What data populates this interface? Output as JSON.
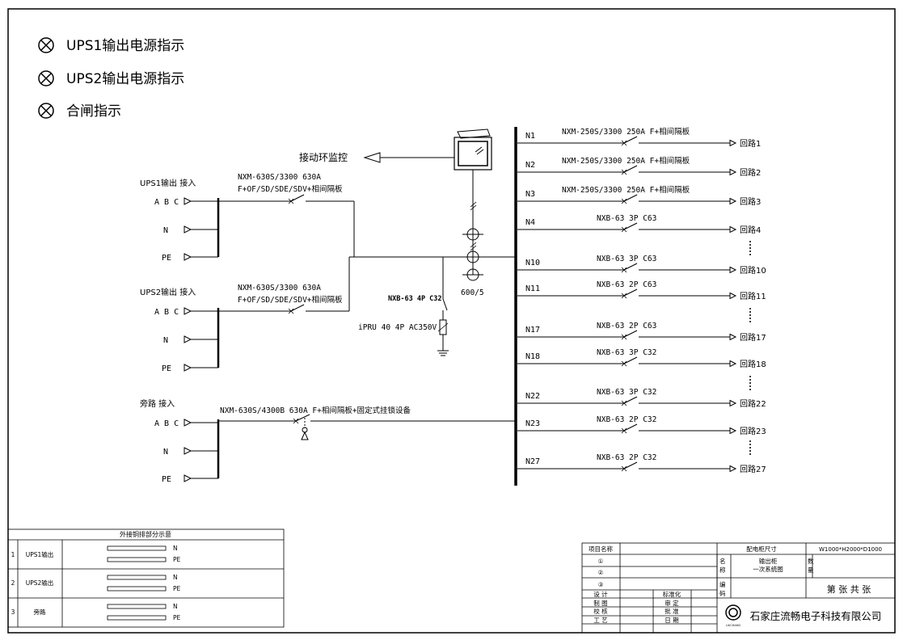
{
  "legend": [
    {
      "icon": "indicator-lamp-icon",
      "text": "UPS1输出电源指示"
    },
    {
      "icon": "indicator-lamp-icon",
      "text": "UPS2输出电源指示"
    },
    {
      "icon": "indicator-lamp-icon",
      "text": "合闸指示"
    }
  ],
  "monitor": {
    "label": "接动环监控"
  },
  "inputs": [
    {
      "title": "UPS1输出 接入",
      "abc": "A B C",
      "n": "N",
      "pe": "PE",
      "breaker_line1": "NXM-630S/3300 630A",
      "breaker_line2": "F+OF/SD/SDE/SDV+相间隔板"
    },
    {
      "title": "UPS2输出 接入",
      "abc": "A B C",
      "n": "N",
      "pe": "PE",
      "breaker_line1": "NXM-630S/3300 630A",
      "breaker_line2": "F+OF/SD/SDE/SDV+相间隔板"
    },
    {
      "title": "旁路 接入",
      "abc": "A B C",
      "n": "N",
      "pe": "PE",
      "breaker_line1": "NXM-630S/4300B 630A F+相间隔板+固定式挂锁设备",
      "breaker_line2": ""
    }
  ],
  "spd": {
    "breaker": "NXB-63 4P C32",
    "arrester": "iPRU 40 4P AC350V"
  },
  "ct": {
    "ratio": "600/5"
  },
  "outputs": [
    {
      "id": "N1",
      "breaker": "NXM-250S/3300 250A F+相间隔板",
      "circuit": "回路1"
    },
    {
      "id": "N2",
      "breaker": "NXM-250S/3300 250A F+相间隔板",
      "circuit": "回路2"
    },
    {
      "id": "N3",
      "breaker": "NXM-250S/3300 250A F+相间隔板",
      "circuit": "回路3"
    },
    {
      "id": "N4",
      "breaker": "NXB-63 3P C63",
      "circuit": "回路4"
    },
    {
      "id": "N10",
      "breaker": "NXB-63 3P C63",
      "circuit": "回路10"
    },
    {
      "id": "N11",
      "breaker": "NXB-63 2P C63",
      "circuit": "回路11"
    },
    {
      "id": "N17",
      "breaker": "NXB-63 2P C63",
      "circuit": "回路17"
    },
    {
      "id": "N18",
      "breaker": "NXB-63 3P C32",
      "circuit": "回路18"
    },
    {
      "id": "N22",
      "breaker": "NXB-63 3P C32",
      "circuit": "回路22"
    },
    {
      "id": "N23",
      "breaker": "NXB-63 2P C32",
      "circuit": "回路23"
    },
    {
      "id": "N27",
      "breaker": "NXB-63 2P C32",
      "circuit": "回路27"
    }
  ],
  "busbar_table": {
    "title": "外接铜排部分示意",
    "rows": [
      {
        "no": "1",
        "name": "UPS1输出",
        "bars": [
          "N",
          "PE"
        ]
      },
      {
        "no": "2",
        "name": "UPS2输出",
        "bars": [
          "N",
          "PE"
        ]
      },
      {
        "no": "3",
        "name": "旁路",
        "bars": [
          "N",
          "PE"
        ]
      }
    ]
  },
  "title_block": {
    "project_label": "项目名称",
    "circled": [
      "①",
      "②",
      "③"
    ],
    "cabinet_size_label": "配电柜尺寸",
    "cabinet_size": "W1000*H2000*D1000",
    "name_label": "名称",
    "name_value_1": "输出柜",
    "name_value_2": "一次系统图",
    "qty_label": "数量",
    "code_label": "编码",
    "sheet": "第    张 共    张",
    "roles_left": [
      "设 计",
      "制 图",
      "校 核",
      "工 艺"
    ],
    "roles_right": [
      "标准化",
      "审 定",
      "批 准",
      "日 期"
    ],
    "company": "石家庄流畅电子科技有限公司",
    "logo_text": "LIUCHANG"
  }
}
